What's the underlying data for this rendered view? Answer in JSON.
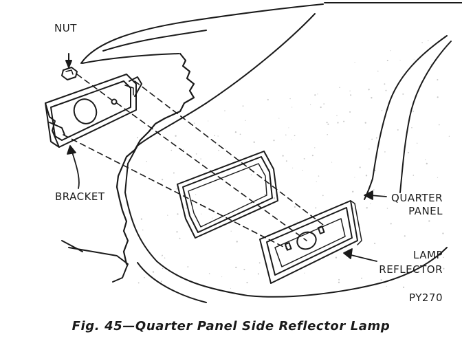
{
  "labels": {
    "nut": "NUT",
    "bracket": "BRACKET",
    "quarter_panel_line1": "QUARTER",
    "quarter_panel_line2": "PANEL",
    "lamp_reflector_line1": "LAMP",
    "lamp_reflector_line2": "REFLECTOR"
  },
  "figure_id": "PY270",
  "caption": "Fig. 45—Quarter Panel Side Reflector Lamp",
  "colors": {
    "ink": "#1a1a1a",
    "speckle": "#c8c8c8",
    "paper": "#ffffff"
  }
}
